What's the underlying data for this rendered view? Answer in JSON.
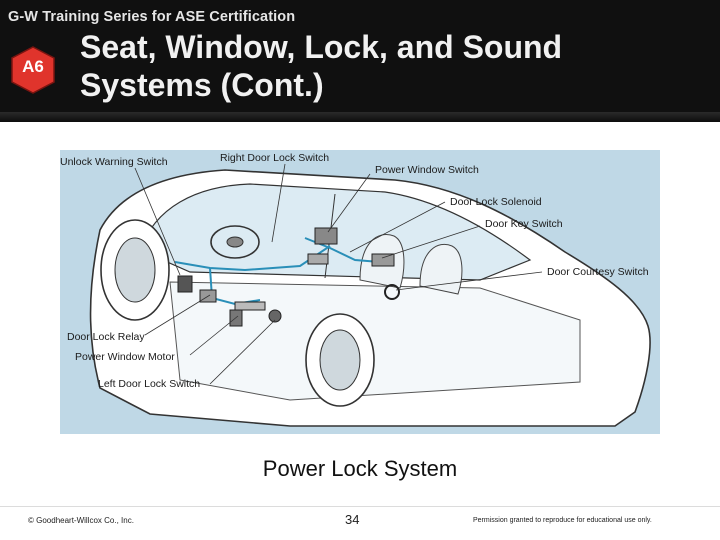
{
  "header": {
    "series": "G-W Training Series for ASE Certification",
    "badge": "A6",
    "title_line1": "Seat, Window, Lock, and Sound",
    "title_line2": "Systems (Cont.)"
  },
  "diagram": {
    "labels": {
      "unlock_warning_switch": "Unlock Warning Switch",
      "right_door_lock_switch": "Right Door Lock Switch",
      "power_window_switch": "Power Window Switch",
      "door_lock_solenoid": "Door Lock Solenoid",
      "door_key_switch": "Door Key Switch",
      "door_courtesy_switch": "Door Courtesy Switch",
      "door_lock_relay": "Door Lock Relay",
      "power_window_motor": "Power Window Motor",
      "left_door_lock_switch": "Left Door Lock Switch"
    }
  },
  "caption": "Power Lock System",
  "footer": {
    "copyright": "© Goodheart-Willcox Co., Inc.",
    "page_number": "34",
    "permission": "Permission granted to reproduce for educational use only."
  },
  "colors": {
    "header_bg": "#101010",
    "badge": "#e0342c",
    "diagram_bg": "#bfd8e6",
    "wiring": "#2a8fb8"
  }
}
